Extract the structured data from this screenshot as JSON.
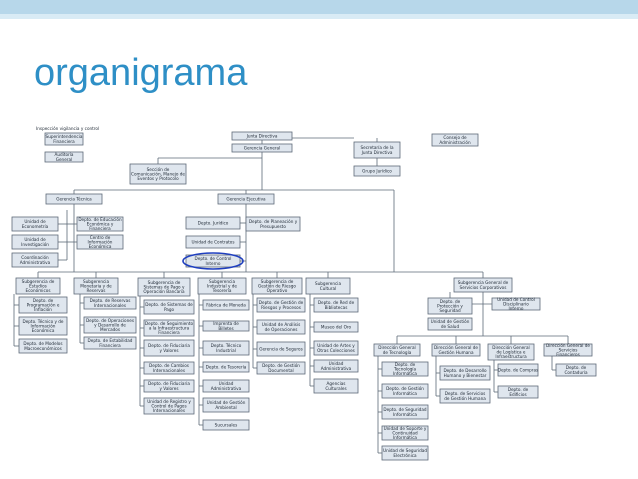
{
  "slide": {
    "title": "organigrama"
  },
  "org": {
    "top_note": "Inspección vigilancia y control",
    "boxes": [
      [
        "supfin",
        "Superintendencia Financiera"
      ],
      [
        "audit",
        "Auditoría General"
      ],
      [
        "junta",
        "Junta Directiva"
      ],
      [
        "gerencia",
        "Gerencia General"
      ],
      [
        "secret",
        "Secretaría de la Junta Directiva"
      ],
      [
        "grupo",
        "Grupo Jurídico"
      ],
      [
        "consejo",
        "Consejo de Administración"
      ],
      [
        "comunic",
        "Sección de Comunicación, Manejo de Eventos y Protocolo"
      ],
      [
        "tecnica",
        "Gerencia Técnica"
      ],
      [
        "ejecutiva",
        "Gerencia Ejecutiva"
      ],
      [
        "econ",
        "Unidad de Econometría"
      ],
      [
        "edu",
        "Depto. de Educación Económica y Financiera"
      ],
      [
        "invest",
        "Unidad de Investigación"
      ],
      [
        "centro",
        "Centro de Información Económica"
      ],
      [
        "coord",
        "Coordinación Administrativa"
      ],
      [
        "jurid",
        "Depto. Jurídico"
      ],
      [
        "contrat",
        "Unidad de Contratos"
      ],
      [
        "control",
        "Depto. de Control Interno"
      ],
      [
        "planif",
        "Depto. de Planeación y Presupuesto"
      ],
      [
        "estud",
        "Subgerencia de Estudios Económicos"
      ],
      [
        "monet",
        "Subgerencia Monetaria y de Reservas"
      ],
      [
        "sistemas",
        "Subgerencia de Sistemas de Pago y Operación Bancaria"
      ],
      [
        "indust",
        "Subgerencia Industrial y de Tesorería"
      ],
      [
        "riesgo",
        "Subgerencia de Gestión de Riesgo Operativo"
      ],
      [
        "cultural",
        "Subgerencia Cultural"
      ],
      [
        "corp",
        "Subgerencia General de Servicios Corporativos"
      ],
      [
        "prog",
        "Depto. de Programación e Inflación"
      ],
      [
        "tecinf",
        "Depto. Técnico y de Información Económica"
      ],
      [
        "modelos",
        "Depto. de Modelos Macroeconómicos"
      ],
      [
        "reservas",
        "Depto. de Reservas Internacionales"
      ],
      [
        "opmon",
        "Depto. de Operaciones y Desarrollo de Mercados"
      ],
      [
        "estab",
        "Depto. de Estabilidad Financiera"
      ],
      [
        "dsp",
        "Depto. de Sistemas de Pago"
      ],
      [
        "infra",
        "Depto. de Seguimiento a la Infraestructura Financiera"
      ],
      [
        "fiducia",
        "Depto. de Fiduciaria y Valores"
      ],
      [
        "centros",
        "Depto. de Cambios Internacionales"
      ],
      [
        "fidval",
        "Depto. de Fiduciaria y Valores"
      ],
      [
        "registro",
        "Unidad de Registro y Control de Pagos Internacionales"
      ],
      [
        "fabrica",
        "Fábrica de Moneda"
      ],
      [
        "billetes",
        "Imprenta de Billetes"
      ],
      [
        "tecind",
        "Depto. Técnico Industrial"
      ],
      [
        "tesor",
        "Depto. de Tesorería"
      ],
      [
        "uadmin",
        "Unidad Administrativa"
      ],
      [
        "ambient",
        "Unidad de Gestión Ambiental"
      ],
      [
        "sucurs",
        "Sucursales"
      ],
      [
        "gestries",
        "Depto. de Gestión de Riesgos y Procesos"
      ],
      [
        "analisis",
        "Unidad de Análisis de Operaciones"
      ],
      [
        "segur",
        "Gerencia de Seguros"
      ],
      [
        "docum",
        "Depto. de Gestión Documental"
      ],
      [
        "biblio",
        "Depto. de Red de Bibliotecas"
      ],
      [
        "museo",
        "Museo del Oro"
      ],
      [
        "artes",
        "Unidad de Artes y Otras Colecciones"
      ],
      [
        "uadm2",
        "Unidad Administrativa"
      ],
      [
        "agencias",
        "Agencias Culturales"
      ],
      [
        "protecc",
        "Depto. de Protección y Seguridad"
      ],
      [
        "salud",
        "Unidad de Gestión de Salud"
      ],
      [
        "disc",
        "Unidad de Control Disciplinario Interno"
      ],
      [
        "dtec",
        "Dirección General de Tecnología"
      ],
      [
        "dhum",
        "Dirección General de Gestión Humana"
      ],
      [
        "dlog",
        "Dirección General de Logística e Infraestructura"
      ],
      [
        "dfin",
        "Dirección General de Servicios Financieros"
      ],
      [
        "tecinfo",
        "Depto. de Tecnología Informática"
      ],
      [
        "gestinf",
        "Depto. de Gestión Informática"
      ],
      [
        "seginf",
        "Depto. de Seguridad Informática"
      ],
      [
        "soporte",
        "Unidad de Soporte y Continuidad Informática"
      ],
      [
        "segtec",
        "Unidad de Seguridad Electrónica"
      ],
      [
        "desarr",
        "Depto. de Desarrollo Humano y Bienestar"
      ],
      [
        "servrh",
        "Depto. de Servicios de Gestión Humana"
      ],
      [
        "compras",
        "Depto. de Compras"
      ],
      [
        "edif",
        "Depto. de Edificios"
      ],
      [
        "contad",
        "Depto. de Contaduría"
      ]
    ]
  }
}
